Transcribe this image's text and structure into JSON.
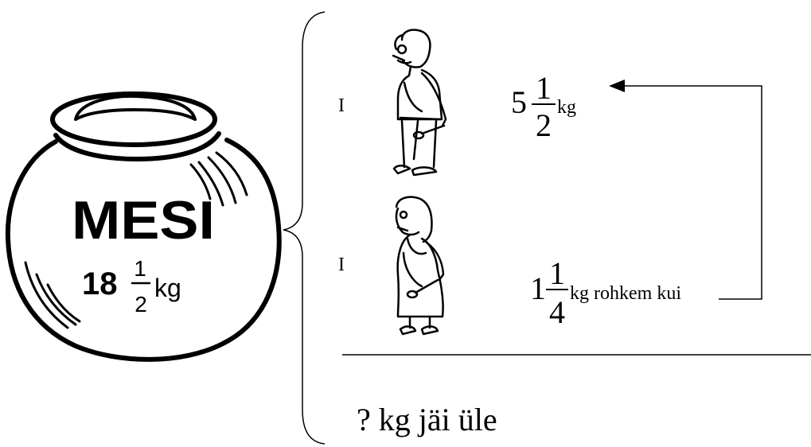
{
  "jar": {
    "label": "MESI",
    "amount": {
      "whole": "18",
      "numerator": "1",
      "denominator": "2",
      "unit": "kg"
    }
  },
  "row1": {
    "marker": "I",
    "amount": {
      "whole": "5",
      "numerator": "1",
      "denominator": "2",
      "unit": "kg"
    }
  },
  "row2": {
    "marker": "I",
    "amount": {
      "whole": "1",
      "numerator": "1",
      "denominator": "4",
      "unit": "kg rohkem kui"
    }
  },
  "question": "? kg jäi üle"
}
